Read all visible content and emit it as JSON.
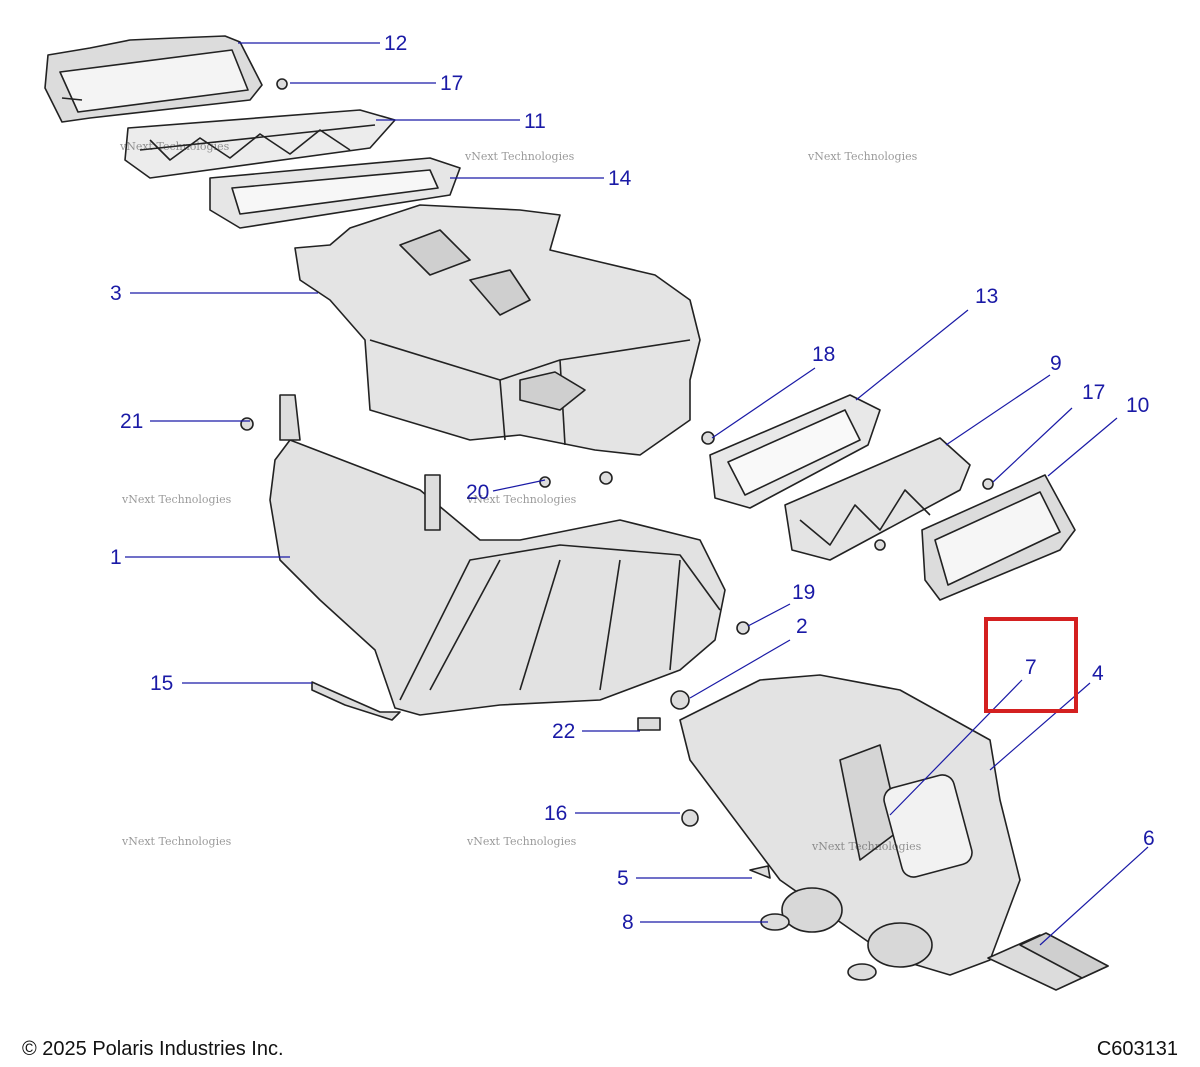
{
  "callouts": [
    {
      "id": "c12",
      "text": "12"
    },
    {
      "id": "c17a",
      "text": "17"
    },
    {
      "id": "c11",
      "text": "11"
    },
    {
      "id": "c14",
      "text": "14"
    },
    {
      "id": "c3",
      "text": "3"
    },
    {
      "id": "c13",
      "text": "13"
    },
    {
      "id": "c18",
      "text": "18"
    },
    {
      "id": "c9",
      "text": "9"
    },
    {
      "id": "c17b",
      "text": "17"
    },
    {
      "id": "c10",
      "text": "10"
    },
    {
      "id": "c21",
      "text": "21"
    },
    {
      "id": "c20",
      "text": "20"
    },
    {
      "id": "c1",
      "text": "1"
    },
    {
      "id": "c19",
      "text": "19"
    },
    {
      "id": "c2",
      "text": "2"
    },
    {
      "id": "c7",
      "text": "7"
    },
    {
      "id": "c4",
      "text": "4"
    },
    {
      "id": "c15",
      "text": "15"
    },
    {
      "id": "c22",
      "text": "22"
    },
    {
      "id": "c16",
      "text": "16"
    },
    {
      "id": "c6",
      "text": "6"
    },
    {
      "id": "c5",
      "text": "5"
    },
    {
      "id": "c8",
      "text": "8"
    }
  ],
  "watermark": {
    "line1": "vNext Technologies",
    "line2": "vNext\nTechnologies"
  },
  "footer": {
    "copyright": "© 2025 Polaris Industries Inc.",
    "code": "C603131"
  },
  "colors": {
    "callout": "#1a1aa6",
    "highlight": "#d42020",
    "part_fill": "#e9e9e9",
    "part_stroke": "#222222"
  }
}
